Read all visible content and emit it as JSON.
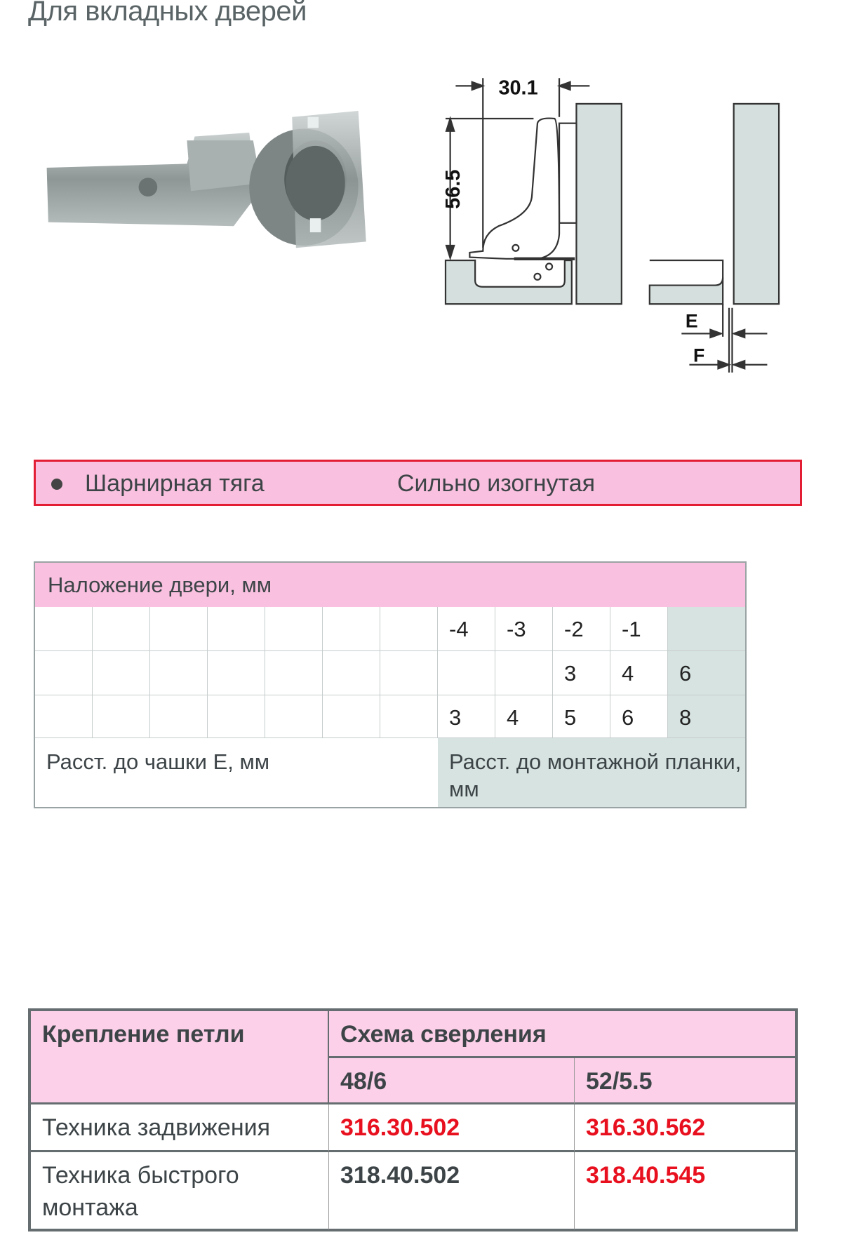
{
  "title": "Для вкладных дверей",
  "diagram": {
    "dim_width": "30.1",
    "dim_height": "56.5",
    "label_e": "E",
    "label_f": "F"
  },
  "banner": {
    "label": "Шарнирная тяга",
    "value": "Сильно изогнутая"
  },
  "overlay_table": {
    "header": "Наложение двери, мм",
    "rows": [
      [
        "",
        "",
        "",
        "",
        "",
        "",
        "",
        "-4",
        "-3",
        "-2",
        "-1",
        ""
      ],
      [
        "",
        "",
        "",
        "",
        "",
        "",
        "",
        "",
        "",
        "3",
        "4",
        "6"
      ],
      [
        "",
        "",
        "",
        "",
        "",
        "",
        "",
        "3",
        "4",
        "5",
        "6",
        "8"
      ]
    ],
    "footer_left": "Расст. до чашки E, мм",
    "footer_right": "Расст. до монтажной планки, мм"
  },
  "order_table": {
    "col1_header": "Крепление петли",
    "col2_header": "Схема сверления",
    "sub_headers": [
      "48/6",
      "52/5.5"
    ],
    "rows": [
      {
        "label": "Техника задвижения",
        "values": [
          "316.30.502",
          "316.30.562"
        ]
      },
      {
        "label": "Техника быстрого монтажа",
        "values": [
          "318.40.502",
          "318.40.545"
        ]
      }
    ],
    "colors": {
      "highlight": "#e8101e",
      "normal": "#3d4447"
    }
  }
}
